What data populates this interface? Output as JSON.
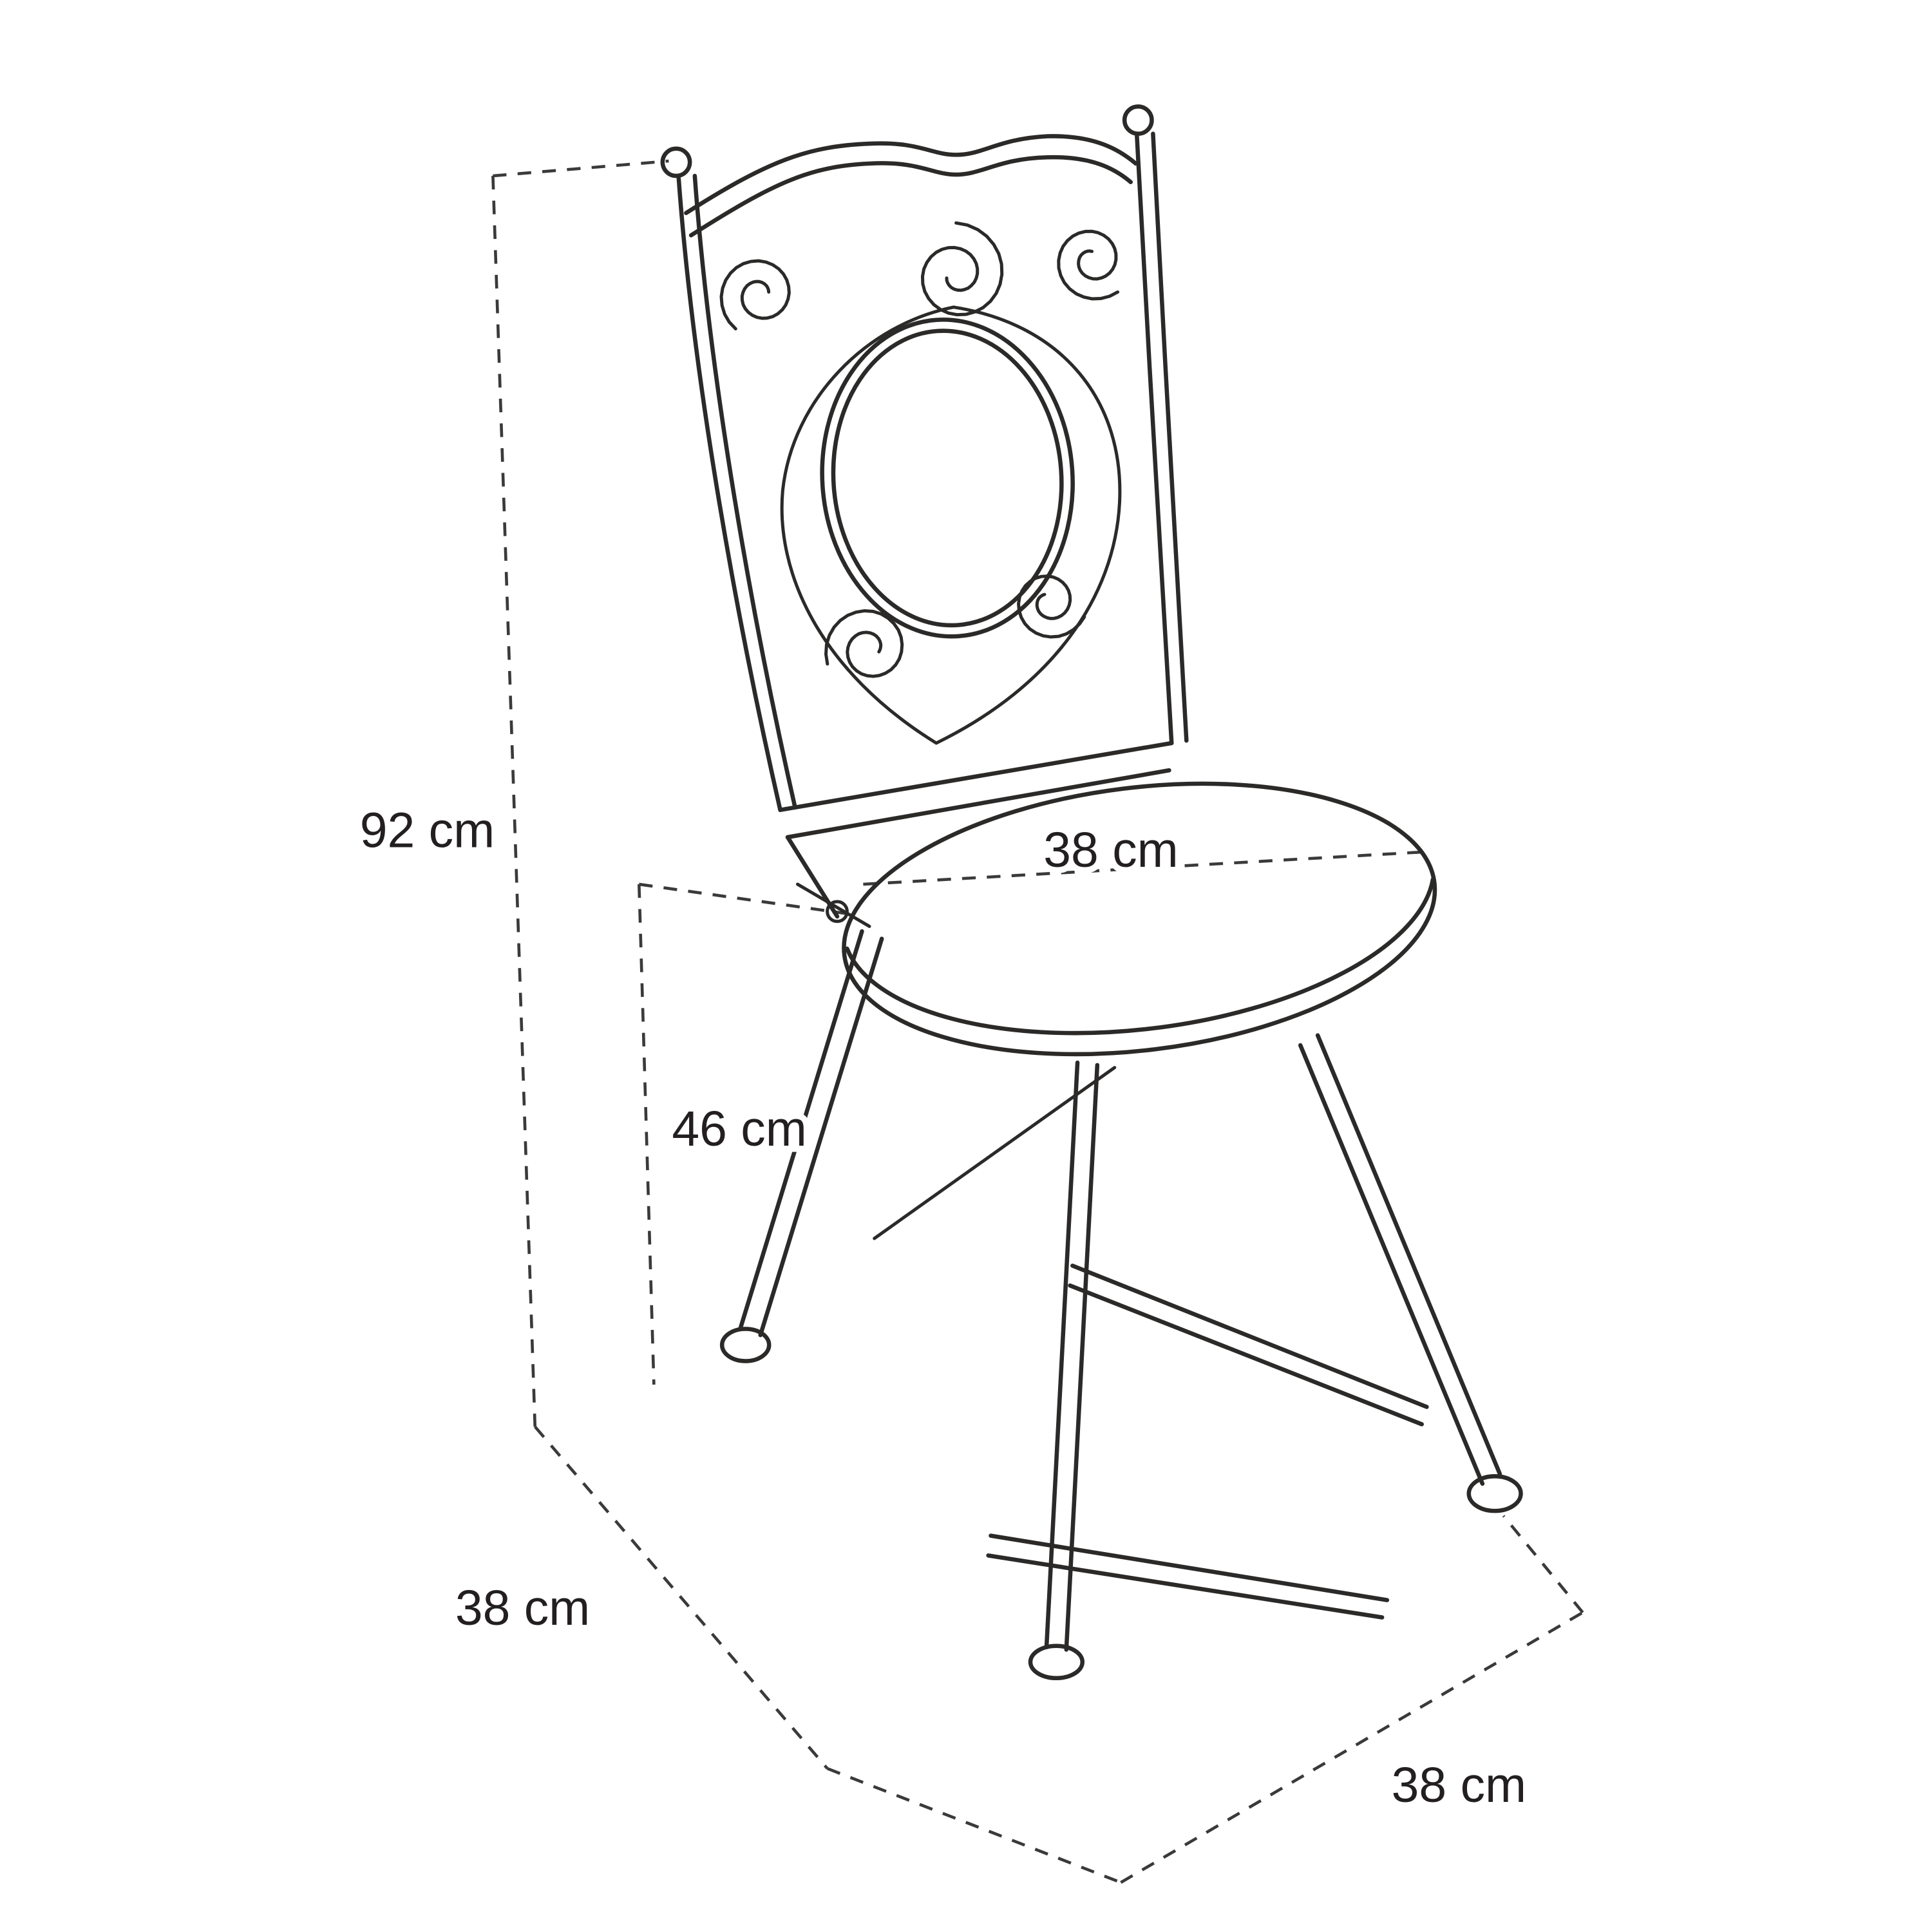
{
  "diagram": {
    "labels": {
      "height": "92 cm",
      "seat_diameter": "38 cm",
      "seat_height": "46 cm",
      "depth": "38 cm",
      "width": "38 cm"
    },
    "colors": {
      "ink": "#2b2a29",
      "dash": "#3a3a3a",
      "background": "#ffffff"
    }
  }
}
